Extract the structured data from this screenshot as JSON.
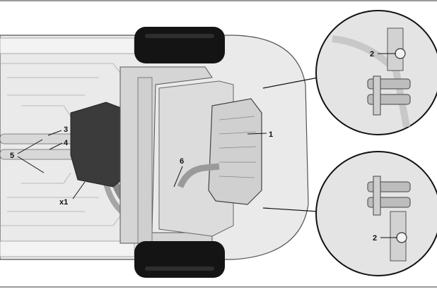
{
  "diagram": {
    "callouts": {
      "c1": "1",
      "c2_top": "2",
      "c2_bottom": "2",
      "c3": "3",
      "c4": "4",
      "c5": "5",
      "c6": "6",
      "cx1": "x1"
    }
  },
  "colors": {
    "line": "#1a1a1a",
    "body": "#e9e9e9",
    "body_shadow": "#c9c9c9",
    "tire": "#141414",
    "shield": "#3a3a3a",
    "frame": "#d6d6d6"
  }
}
